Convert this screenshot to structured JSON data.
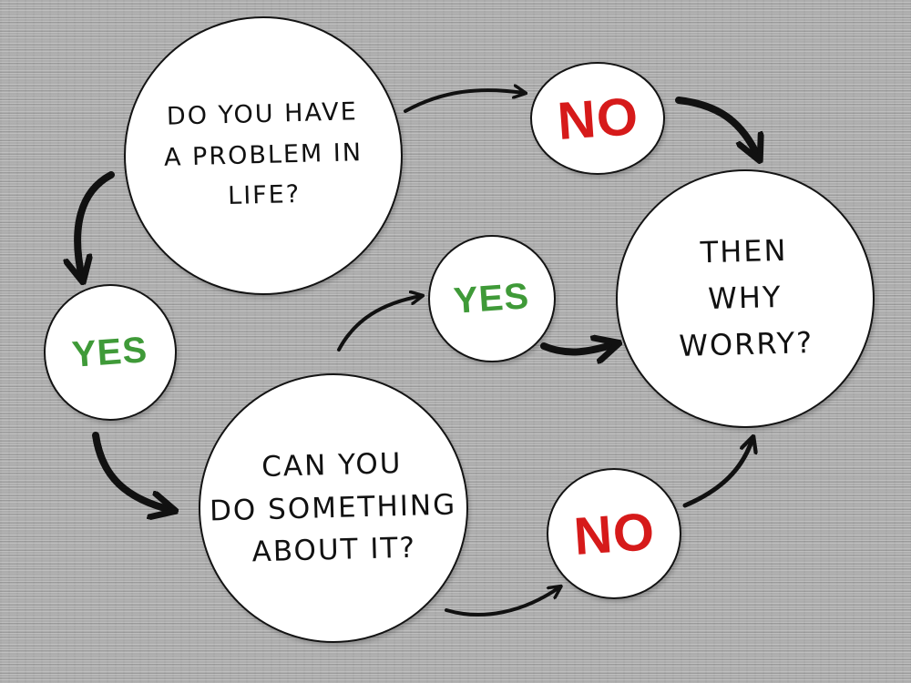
{
  "diagram": {
    "question_problem": "DO YOU HAVE\nA PROBLEM IN\nLIFE?",
    "answer_no_top": "NO",
    "conclusion": "THEN\nWHY\nWORRY?",
    "answer_yes_left": "YES",
    "question_something": "CAN YOU\nDO SOMETHING\nABOUT IT?",
    "answer_yes_mid": "YES",
    "answer_no_bottom": "NO"
  },
  "colors": {
    "no": "#d61a1a",
    "yes": "#3f9a38",
    "ink": "#111111",
    "circle_fill": "#ffffff"
  }
}
